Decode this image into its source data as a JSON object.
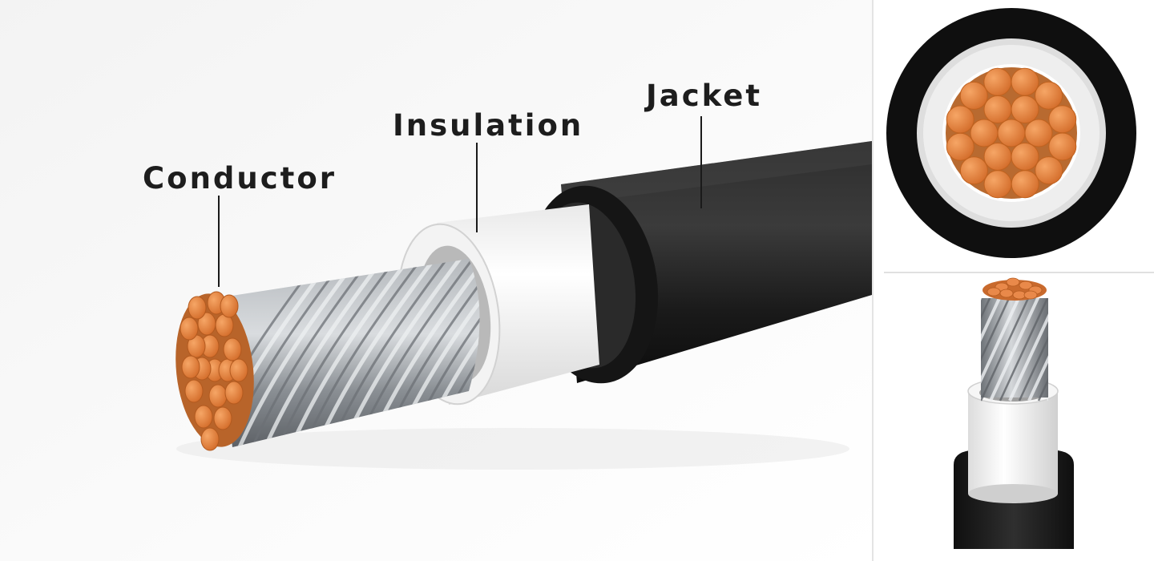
{
  "labels": {
    "conductor": "Conductor",
    "insulation": "Insulation",
    "jacket": "Jacket"
  },
  "colors": {
    "copper": "#e8843e",
    "steel": "#8e9399",
    "insulation": "#f4f4f4",
    "jacket": "#1a1a1a"
  }
}
